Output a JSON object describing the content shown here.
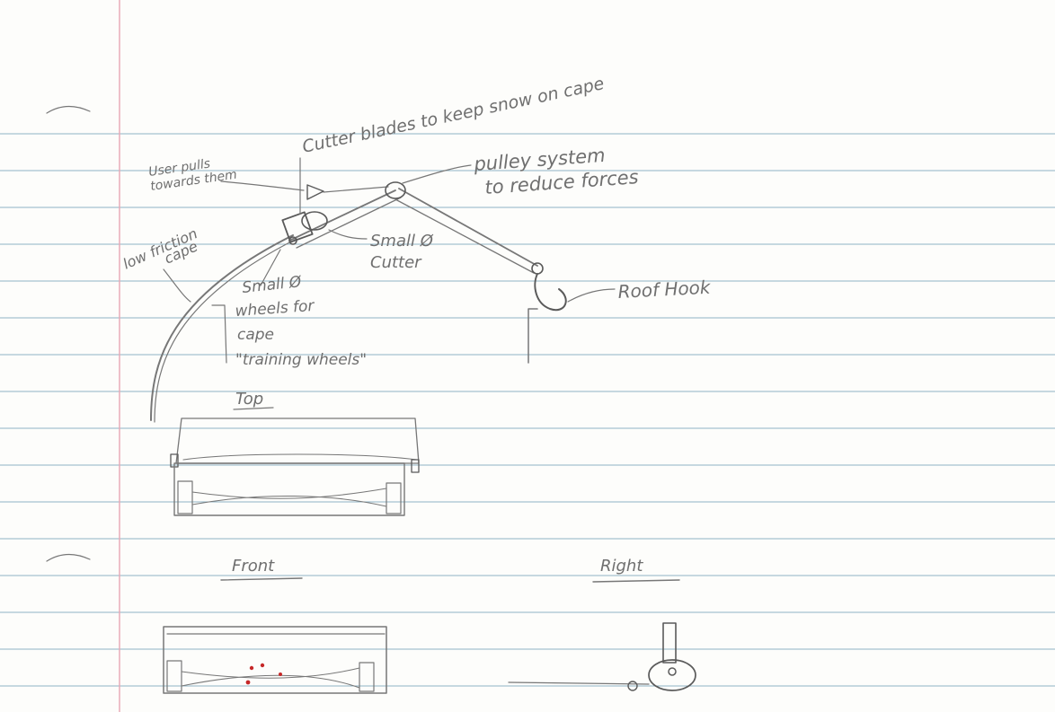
{
  "labels": {
    "cutter_blades": "Cutter blades to keep snow on cape",
    "user_pulls_line1": "User pulls",
    "user_pulls_line2": "towards them",
    "pulley_line1": "pulley system",
    "pulley_line2": "to reduce forces",
    "low_friction_line1": "low friction",
    "low_friction_line2": "cape",
    "small_cutter_line1": "Small Ø",
    "small_cutter_line2": "Cutter",
    "small_wheels_line1": "Small Ø",
    "small_wheels_line2": "wheels for",
    "small_wheels_line3": "cape",
    "small_wheels_line4": "\"training wheels\"",
    "roof_hook": "Roof Hook"
  },
  "views": {
    "top": "Top",
    "front": "Front",
    "right": "Right"
  },
  "colors": {
    "paper": "#fdfdfb",
    "rule_lines": "#8fb3c4",
    "margin_line": "#e8a7b4",
    "pencil": "#777777",
    "red_marks": "#c62828"
  }
}
